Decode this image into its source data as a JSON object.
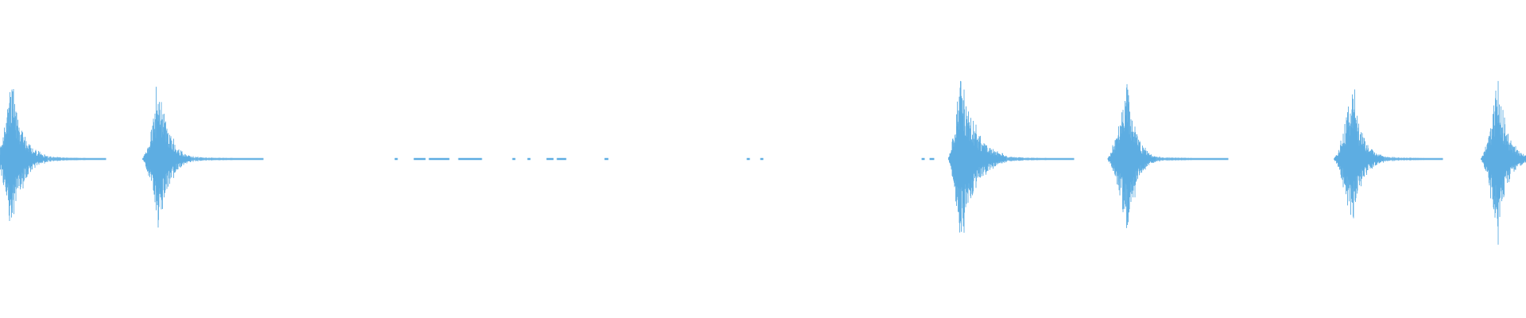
{
  "waveform": {
    "color": "#5dade2",
    "background": "#ffffff",
    "bursts": [
      {
        "peak": 0.88,
        "asym": 0.95
      },
      {
        "peak": 0.86,
        "asym": 0.98
      },
      {
        "peak": 1.0,
        "asym": 0.96
      },
      {
        "peak": 0.86,
        "asym": 0.98
      },
      {
        "peak": 0.84,
        "asym": 0.96
      },
      {
        "peak": 0.9,
        "asym": 1.0
      }
    ],
    "quiet_dashes": true
  }
}
